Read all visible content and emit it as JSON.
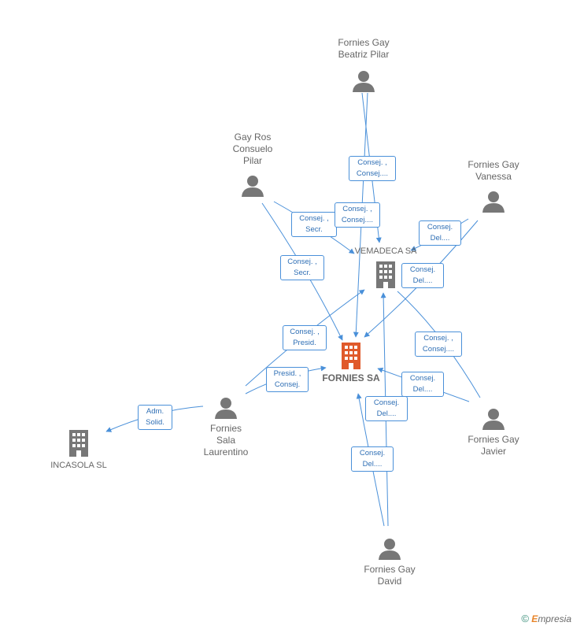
{
  "colors": {
    "edge": "#4a90d9",
    "node_gray": "#777777",
    "main_company": "#e05a2b"
  },
  "nodes": {
    "beatriz": {
      "lines": [
        "Fornies Gay",
        "Beatriz Pilar"
      ],
      "icon": "person-icon"
    },
    "consuelo": {
      "lines": [
        "Gay Ros",
        "Consuelo",
        "Pilar"
      ],
      "icon": "person-icon"
    },
    "vanessa": {
      "lines": [
        "Fornies Gay",
        "Vanessa"
      ],
      "icon": "person-icon"
    },
    "laurentino": {
      "lines": [
        "Fornies",
        "Sala",
        "Laurentino"
      ],
      "icon": "person-icon"
    },
    "javier": {
      "lines": [
        "Fornies Gay",
        "Javier"
      ],
      "icon": "person-icon"
    },
    "david": {
      "lines": [
        "Fornies Gay",
        "David"
      ],
      "icon": "person-icon"
    },
    "vemadeca": {
      "name": "VEMADECA SA",
      "icon": "building-icon"
    },
    "fornies": {
      "name": "FORNIES SA",
      "icon": "building-icon"
    },
    "incasola": {
      "name": "INCASOLA SL",
      "icon": "building-icon"
    }
  },
  "edge_labels": [
    [
      "Consej. ,",
      "Consej...."
    ],
    [
      "Consej. ,",
      "Secr."
    ],
    [
      "Consej. ,",
      "Consej...."
    ],
    [
      "Consej.",
      "Del...."
    ],
    [
      "Consej. ,",
      "Secr."
    ],
    [
      "Consej.",
      "Del...."
    ],
    [
      "Consej. ,",
      "Presid."
    ],
    [
      "Consej. ,",
      "Consej...."
    ],
    [
      "Presid. ,",
      "Consej."
    ],
    [
      "Consej.",
      "Del...."
    ],
    [
      "Consej.",
      "Del...."
    ],
    [
      "Adm.",
      "Solid."
    ],
    [
      "Consej.",
      "Del...."
    ]
  ],
  "footer": {
    "copyright": "©",
    "brand_initial": "E",
    "brand_rest": "mpresia"
  }
}
